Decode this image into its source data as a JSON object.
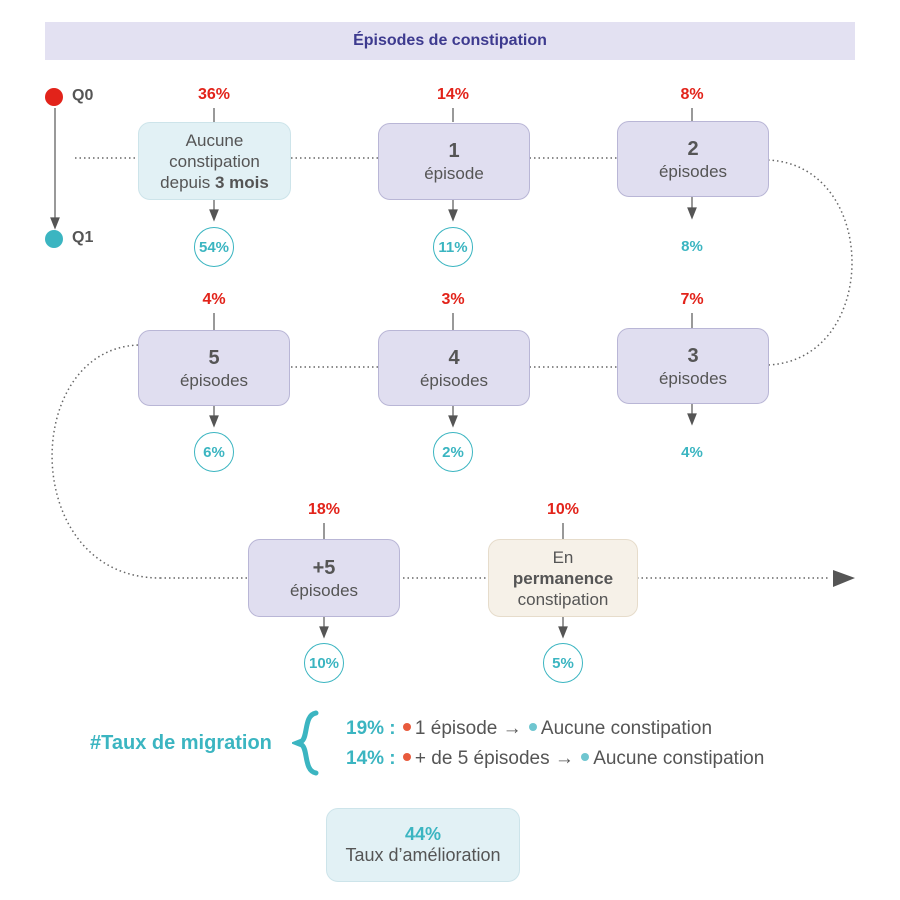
{
  "title": "Épisodes de constipation",
  "legend": {
    "q0": "Q0",
    "q1": "Q1"
  },
  "colors": {
    "q0": "#e2231a",
    "q1": "#3bb5c1",
    "title": "#3d3a8f"
  },
  "nodes": [
    {
      "line1": "Aucune",
      "line2": "constipation",
      "line3a": "depuis ",
      "line3b": "3 mois",
      "q0": "36%",
      "q1": "54%"
    },
    {
      "num": "1",
      "label": "épisode",
      "q0": "14%",
      "q1": "11%"
    },
    {
      "num": "2",
      "label": "épisodes",
      "q0": "8%",
      "q1": "8%"
    },
    {
      "num": "3",
      "label": "épisodes",
      "q0": "7%",
      "q1": "4%"
    },
    {
      "num": "4",
      "label": "épisodes",
      "q0": "3%",
      "q1": "2%"
    },
    {
      "num": "5",
      "label": "épisodes",
      "q0": "4%",
      "q1": "6%"
    },
    {
      "num": "+5",
      "label": "épisodes",
      "q0": "18%",
      "q1": "10%"
    },
    {
      "line1": "En",
      "line2": "permanence",
      "line3": "constipation",
      "q0": "10%",
      "q1": "5%"
    }
  ],
  "migration": {
    "label": "#Taux de migration",
    "rows": [
      {
        "pct": "19% :",
        "from": "1 épisode",
        "arrow": "→",
        "to": "Aucune constipation"
      },
      {
        "pct": "14% :",
        "from": "+ de 5 épisodes",
        "arrow": "→",
        "to": "Aucune constipation"
      }
    ]
  },
  "improvement": {
    "value": "44%",
    "label": "Taux d’amélioration"
  }
}
